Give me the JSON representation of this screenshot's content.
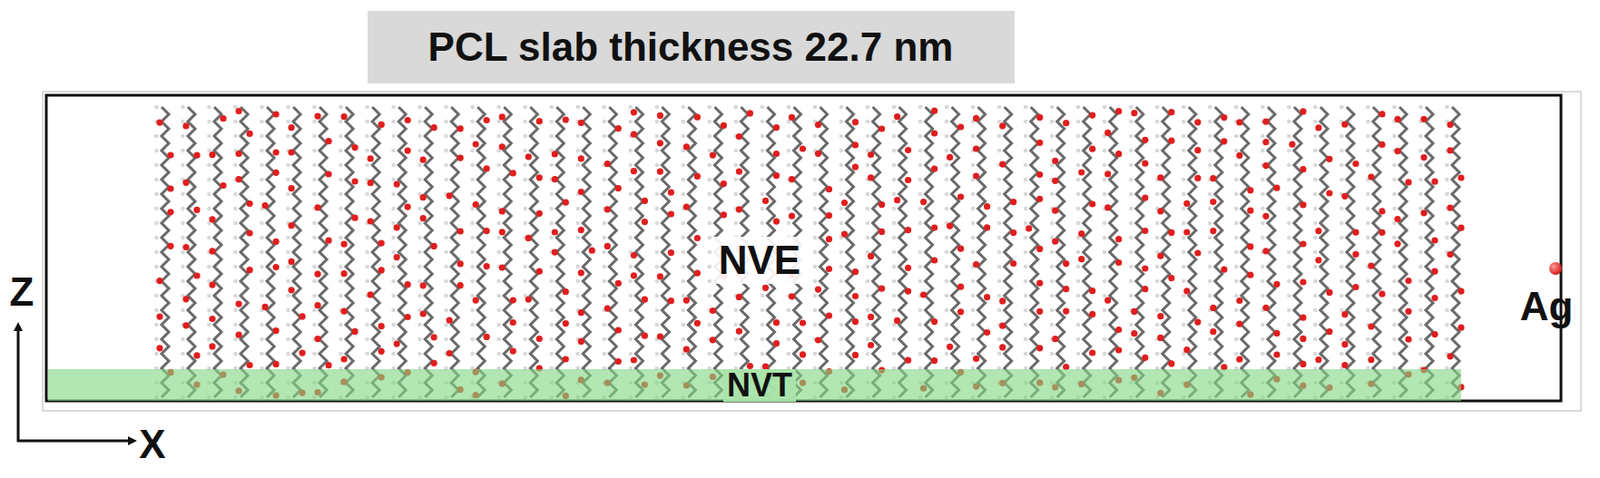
{
  "diagram": {
    "title": "PCL slab thickness 22.7 nm",
    "nodes": [
      {
        "text": [
          "NVT"
        ]
      }
    ],
    "labels": [
      "NVE",
      "Ag",
      "Z",
      "X"
    ]
  }
}
